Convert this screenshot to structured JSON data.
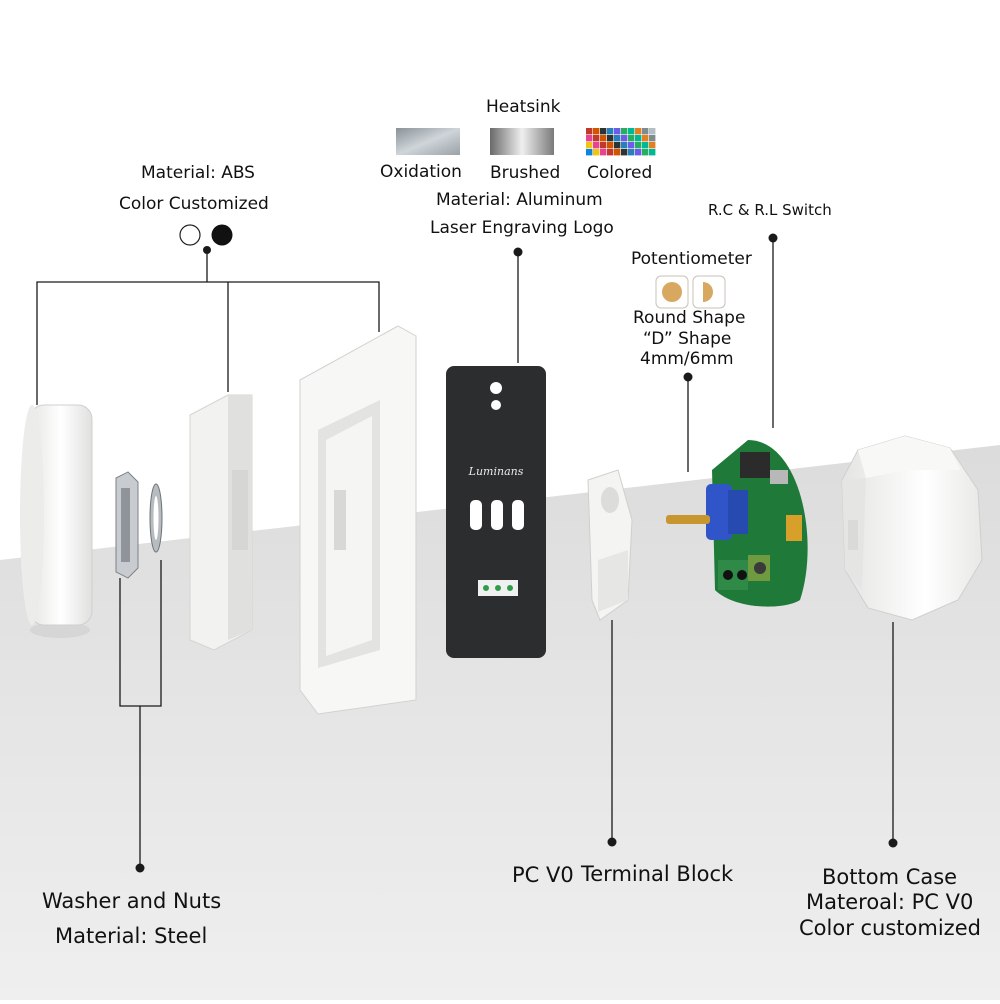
{
  "labels": {
    "heatsink": "Heatsink",
    "oxidation": "Oxidation",
    "brushed": "Brushed",
    "colored": "Colored",
    "material_aluminum": "Material: Aluminum",
    "laser_logo": "Laser Engraving Logo",
    "material_abs": "Material: ABS",
    "color_customized": "Color Customized",
    "rc_rl_switch": "R.C & R.L Switch",
    "potentiometer": "Potentiometer",
    "round_shape": "Round Shape",
    "d_shape": "“D” Shape",
    "shaft_sizes": "4mm/6mm",
    "washer_nuts": "Washer and Nuts",
    "material_steel": "Material: Steel",
    "pc_v0": "PC V0",
    "terminal_block": "Terminal Block",
    "bottom_case": "Bottom Case",
    "materoal_pc_v0": "Materoal: PC V0",
    "color_customized_lower": "Color customized"
  },
  "plate": {
    "brand": "Luminans"
  },
  "colors": {
    "line": "#1a1a1a",
    "part_white": "#f4f4f2",
    "plate_dark": "#2a2c2e",
    "pcb_green": "#1e7a3a",
    "pot_blue": "#2f55c8",
    "brass": "#c8962e"
  }
}
